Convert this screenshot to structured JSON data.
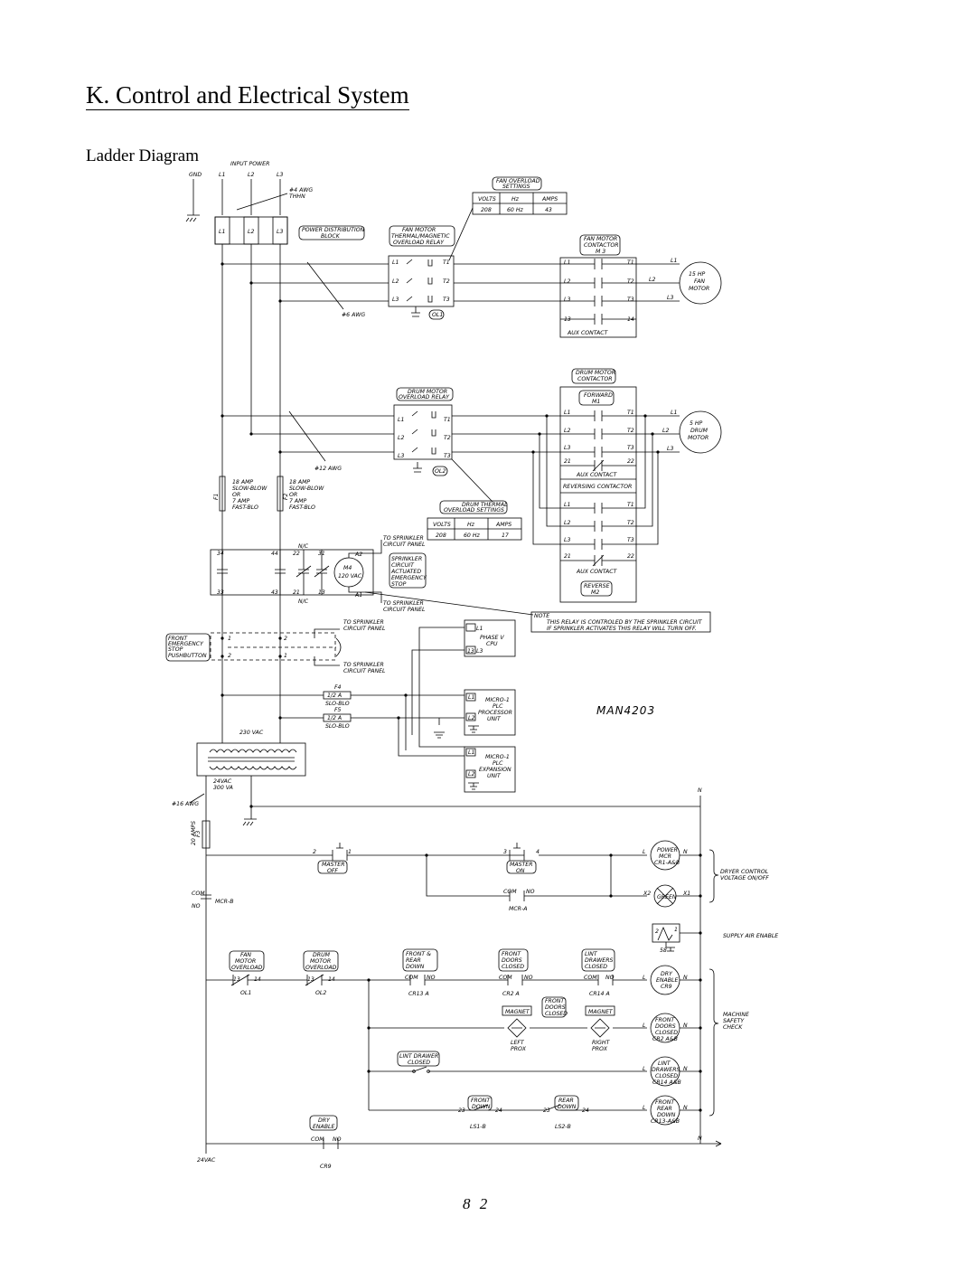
{
  "page": {
    "title": "K. Control and Electrical System",
    "section": "Ladder Diagram",
    "page_number": "8 2",
    "drawing_no": "MAN4203"
  },
  "labels": {
    "input_power": "INPUT POWER",
    "gnd": "GND",
    "l1": "L1",
    "l2": "L2",
    "l3": "L3",
    "awg4": "#4 AWG",
    "thhn": "THHN",
    "pdb1": "POWER DISTRIBUTION",
    "pdb2": "BLOCK",
    "fan_ol_settings_1": "FAN OVERLOAD",
    "fan_ol_settings_2": "SETTINGS",
    "volts": "VOLTS",
    "hz": "Hz",
    "amps": "AMPS",
    "fan_volts": "208",
    "fan_hz": "60 Hz",
    "fan_amps": "43",
    "fan_relay_1": "FAN MOTOR",
    "fan_relay_2": "THERMAL/MAGNETIC",
    "fan_relay_3": "OVERLOAD RELAY",
    "fan_cont_1": "FAN MOTOR",
    "fan_cont_2": "CONTACTOR",
    "fan_cont_3": "M 3",
    "t1": "T1",
    "t2": "T2",
    "t3": "T3",
    "n13": "13",
    "n14": "14",
    "ol1": "OL1",
    "ol2": "OL2",
    "awg6": "#6 AWG",
    "aux_contact": "AUX CONTACT",
    "fan_motor_1": "15 HP",
    "fan_motor_2": "FAN",
    "fan_motor_3": "MOTOR",
    "drum_cont_1": "DRUM MOTOR",
    "drum_cont_2": "CONTACTOR",
    "drum_relay_1": "DRUM MOTOR",
    "drum_relay_2": "OVERLOAD RELAY",
    "forward": "FORWARD",
    "m1": "M1",
    "reverse": "REVERSE",
    "m2": "M2",
    "reversing_contactor": "REVERSING CONTACTOR",
    "n21": "21",
    "n22": "22",
    "drum_motor_1": "5 HP",
    "drum_motor_2": "DRUM",
    "drum_motor_3": "MOTOR",
    "awg12": "#12 AWG",
    "fuse_a1": "18 AMP",
    "fuse_a2": "SLOW-BLOW",
    "fuse_a3": "OR",
    "fuse_a4": "7 AMP",
    "fuse_a5": "FAST-BLO",
    "f1": "F1",
    "f2": "F2",
    "drum_th_1": "DRUM THERMAL",
    "drum_th_2": "OVERLOAD SETTINGS",
    "drum_volts": "208",
    "drum_hz": "60 Hz",
    "drum_amps": "17",
    "n34": "34",
    "n44": "44",
    "n22b": "22",
    "n31": "31",
    "n33": "33",
    "n43": "43",
    "n21b": "21",
    "n13b": "13",
    "nc": "N/C",
    "a2": "A2",
    "a1": "A1",
    "m4": "M4",
    "vac120": "120 VAC",
    "to_sprinkler_1": "TO SPRINKLER",
    "to_sprinkler_2": "CIRCUIT PANEL",
    "spr_1": "SPRINKLER",
    "spr_2": "CIRCUIT",
    "spr_3": "ACTUATED",
    "spr_4": "EMERGENCY",
    "spr_5": "STOP",
    "note_1": "NOTE",
    "note_2": "THIS RELAY IS CONTROLED BY THE SPRINKLER CIRCUIT",
    "note_3": "IF SPRINKLER ACTIVATES THIS RELAY WILL TURN OFF.",
    "estop_1": "FRONT",
    "estop_2": "EMERGENCY",
    "estop_3": "STOP",
    "estop_4": "PUSHBUTTON",
    "n1": "1",
    "n2": "2",
    "phase_1": "PHASE V",
    "phase_2": "CPU",
    "f4": "F4",
    "f5": "F5",
    "half_a": "1/2 A",
    "slo_blo": "SLO-BLO",
    "plc_1": "MICRO-1",
    "plc_2": "PLC",
    "plc_3": "PROCESSOR",
    "plc_4": "UNIT",
    "exp_1": "MICRO-1",
    "exp_2": "PLC",
    "exp_3": "EXPANSION",
    "exp_4": "UNIT",
    "vac230": "230 VAC",
    "vac24": "24VAC",
    "va300": "300 VA",
    "awg16": "#16 AWG",
    "amps20": "20 AMPS",
    "f3": "F3",
    "n_label": "N",
    "master_off_1": "MASTER",
    "master_off_2": "OFF",
    "master_on_1": "MASTER",
    "master_on_2": "ON",
    "n3": "3",
    "n4": "4",
    "power_mcr_1": "POWER",
    "power_mcr_2": "MCR",
    "power_mcr_3": "CR1-A&B",
    "l_label": "L",
    "dryer_ctrl_1": "DRYER CONTROL",
    "dryer_ctrl_2": "VOLTAGE ON/OFF",
    "com": "COM",
    "no": "NO",
    "mcr_a": "MCR-A",
    "mcr_b": "MCR-B",
    "x1": "X1",
    "x2": "X2",
    "green": "GREEN",
    "supply_air": "SUPPLY AIR ENABLE",
    "n58": "58",
    "fan_ovl_1": "FAN",
    "fan_ovl_2": "MOTOR",
    "fan_ovl_3": "OVERLOAD",
    "drum_ovl_1": "DRUM",
    "drum_ovl_2": "MOTOR",
    "drum_ovl_3": "OVERLOAD",
    "frd_1": "FRONT &",
    "frd_2": "REAR",
    "frd_3": "DOWN",
    "fc_1": "FRONT",
    "fc_2": "DOORS",
    "fc_3": "CLOSED",
    "ld_1": "LINT",
    "ld_2": "DRAWERS",
    "ld_3": "CLOSED",
    "cr13a": "CR13 A",
    "cr2a": "CR2 A",
    "cr14a": "CR14 A",
    "dry_en_1": "DRY",
    "dry_en_2": "ENABLE",
    "dry_en_3": "CR9",
    "magnet": "MAGNET",
    "left_1": "LEFT",
    "left_2": "PROX",
    "right_1": "RIGHT",
    "right_2": "PROX",
    "fd_1": "FRONT",
    "fd_2": "DOORS",
    "fd_3": "CLOSED",
    "fd_4": "CR2 A&B",
    "lint_1": "LINT DRAWER",
    "lint_2": "CLOSED",
    "ldc_1": "LINT",
    "ldc_2": "DRAWERS",
    "ldc_3": "CLOSED",
    "ldc_4": "CR14 A&B",
    "mach_1": "MACHINE",
    "mach_2": "SAFETY",
    "mach_3": "CHECK",
    "front_down_1": "FRONT",
    "front_down_2": "DOWN",
    "rear_down_1": "REAR",
    "rear_down_2": "DOWN",
    "n23": "23",
    "n24": "24",
    "ls1b": "LS1-B",
    "ls2b": "LS2-B",
    "frdn_1": "FRONT",
    "frdn_2": "REAR",
    "frdn_3": "DOWN",
    "frdn_4": "CR13-A&B",
    "dry_enable_1": "DRY",
    "dry_enable_2": "ENABLE",
    "cr9": "CR9",
    "vac24b": "24VAC"
  }
}
